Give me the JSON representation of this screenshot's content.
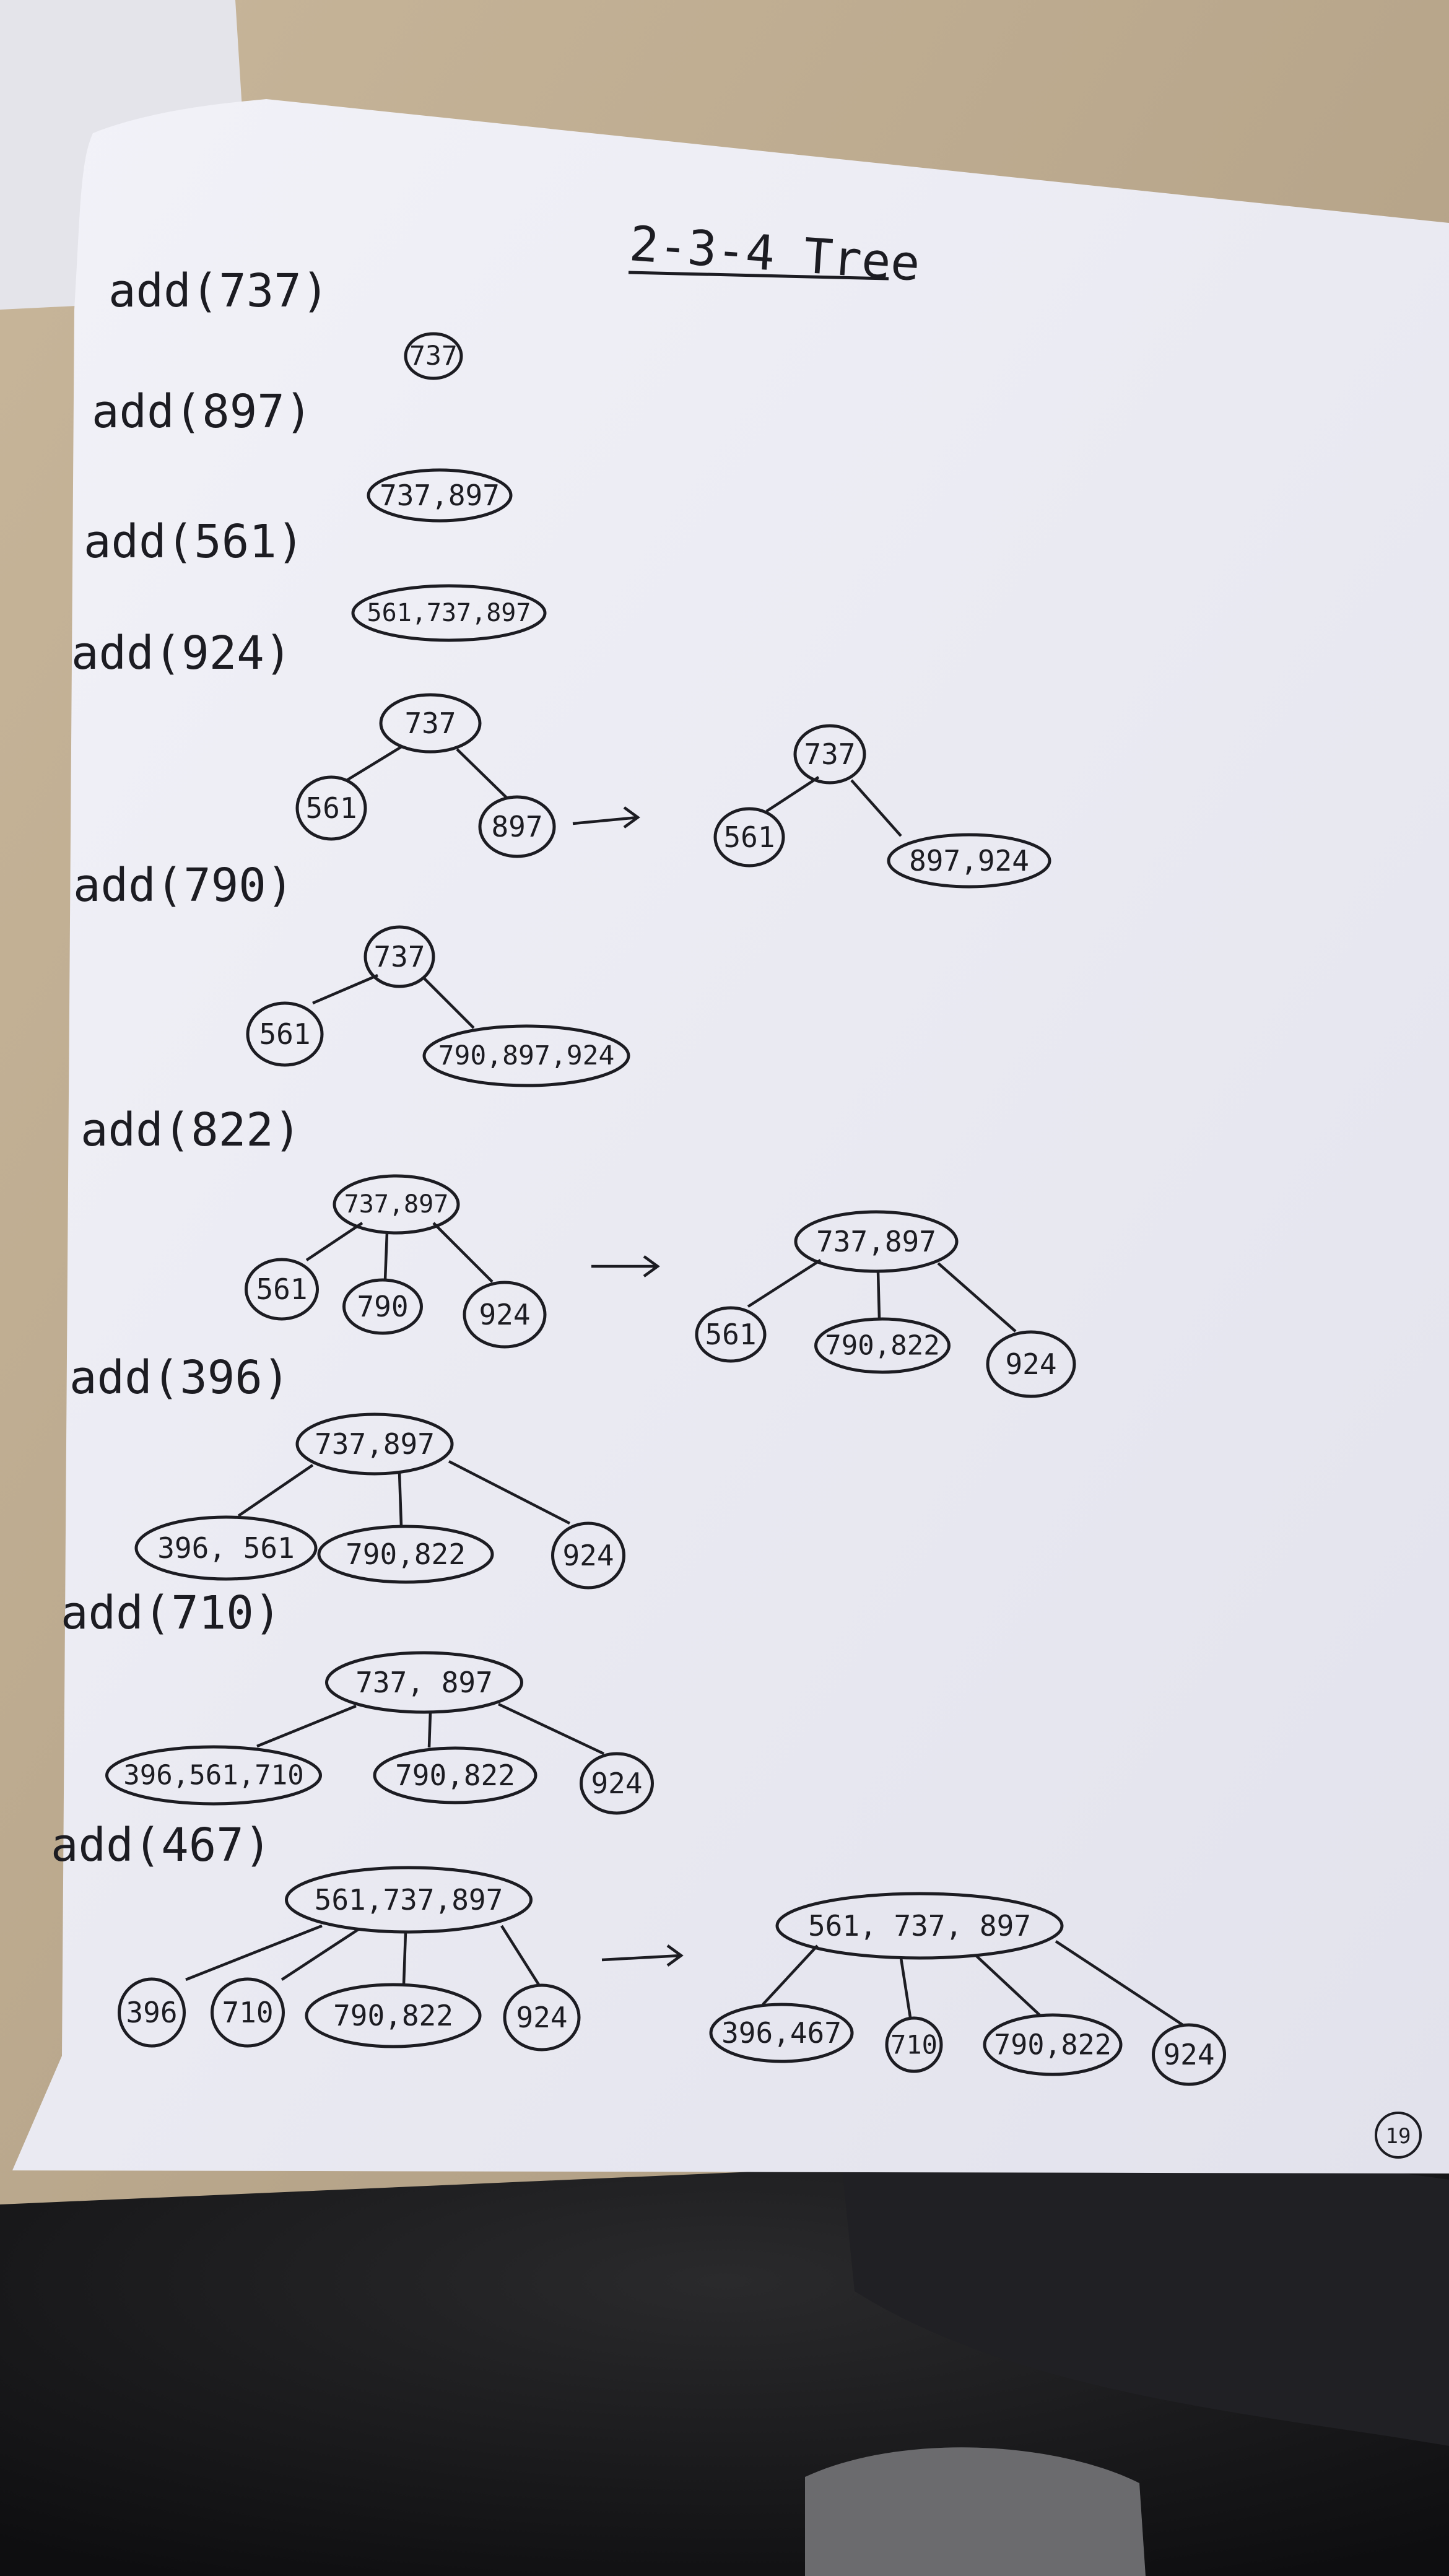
{
  "title": "2-3-4 Tree",
  "page_number": "19",
  "diagram": {
    "steps": [
      {
        "id": "s1",
        "label": "add(737)"
      },
      {
        "id": "s2",
        "label": "add(897)"
      },
      {
        "id": "s3",
        "label": "add(561)"
      },
      {
        "id": "s4",
        "label": "add(924)"
      },
      {
        "id": "s5",
        "label": "add(790)"
      },
      {
        "id": "s6",
        "label": "add(822)"
      },
      {
        "id": "s7",
        "label": "add(396)"
      },
      {
        "id": "s8",
        "label": "add(710)"
      },
      {
        "id": "s9",
        "label": "add(467)"
      }
    ],
    "nodes": [
      {
        "id": "a1",
        "label": "737"
      },
      {
        "id": "b1",
        "label": "737,897"
      },
      {
        "id": "c1",
        "label": "561,737,897"
      },
      {
        "id": "d1",
        "label": "737"
      },
      {
        "id": "d2",
        "label": "561"
      },
      {
        "id": "d3",
        "label": "897"
      },
      {
        "id": "d4",
        "label": "737"
      },
      {
        "id": "d5",
        "label": "561"
      },
      {
        "id": "d6",
        "label": "897,924"
      },
      {
        "id": "e1",
        "label": "737"
      },
      {
        "id": "e2",
        "label": "561"
      },
      {
        "id": "e3",
        "label": "790,897,924"
      },
      {
        "id": "f1",
        "label": "737,897"
      },
      {
        "id": "f2",
        "label": "561"
      },
      {
        "id": "f3",
        "label": "790"
      },
      {
        "id": "f4",
        "label": "924"
      },
      {
        "id": "f5",
        "label": "737,897"
      },
      {
        "id": "f6",
        "label": "561"
      },
      {
        "id": "f7",
        "label": "790,822"
      },
      {
        "id": "f8",
        "label": "924"
      },
      {
        "id": "g1",
        "label": "737,897"
      },
      {
        "id": "g2",
        "label": "396, 561"
      },
      {
        "id": "g3",
        "label": "790,822"
      },
      {
        "id": "g4",
        "label": "924"
      },
      {
        "id": "h1",
        "label": "737, 897"
      },
      {
        "id": "h2",
        "label": "396,561,710"
      },
      {
        "id": "h3",
        "label": "790,822"
      },
      {
        "id": "h4",
        "label": "924"
      },
      {
        "id": "i1",
        "label": "561,737,897"
      },
      {
        "id": "i2",
        "label": "396"
      },
      {
        "id": "i3",
        "label": "710"
      },
      {
        "id": "i4",
        "label": "790,822"
      },
      {
        "id": "i5",
        "label": "924"
      },
      {
        "id": "i6",
        "label": "561, 737, 897"
      },
      {
        "id": "i7",
        "label": "396,467"
      },
      {
        "id": "i8",
        "label": "710"
      },
      {
        "id": "i9",
        "label": "790,822"
      },
      {
        "id": "i10",
        "label": "924"
      }
    ],
    "edges": [
      {
        "from": "d1",
        "to": "d2"
      },
      {
        "from": "d1",
        "to": "d3"
      },
      {
        "from": "d4",
        "to": "d5"
      },
      {
        "from": "d4",
        "to": "d6"
      },
      {
        "from": "e1",
        "to": "e2"
      },
      {
        "from": "e1",
        "to": "e3"
      },
      {
        "from": "f1",
        "to": "f2"
      },
      {
        "from": "f1",
        "to": "f3"
      },
      {
        "from": "f1",
        "to": "f4"
      },
      {
        "from": "f5",
        "to": "f6"
      },
      {
        "from": "f5",
        "to": "f7"
      },
      {
        "from": "f5",
        "to": "f8"
      },
      {
        "from": "g1",
        "to": "g2"
      },
      {
        "from": "g1",
        "to": "g3"
      },
      {
        "from": "g1",
        "to": "g4"
      },
      {
        "from": "h1",
        "to": "h2"
      },
      {
        "from": "h1",
        "to": "h3"
      },
      {
        "from": "h1",
        "to": "h4"
      },
      {
        "from": "i1",
        "to": "i2"
      },
      {
        "from": "i1",
        "to": "i3"
      },
      {
        "from": "i1",
        "to": "i4"
      },
      {
        "from": "i1",
        "to": "i5"
      },
      {
        "from": "i6",
        "to": "i7"
      },
      {
        "from": "i6",
        "to": "i8"
      },
      {
        "from": "i6",
        "to": "i9"
      },
      {
        "from": "i6",
        "to": "i10"
      }
    ],
    "arrows": [
      {
        "id": "arr1",
        "from": "s4-left",
        "to": "s4-right"
      },
      {
        "id": "arr2",
        "from": "s6-left",
        "to": "s6-right"
      },
      {
        "id": "arr3",
        "from": "s9-left",
        "to": "s9-right"
      }
    ]
  },
  "colors": {
    "desk": "#b6a58c",
    "paper": "#eeeef6",
    "ink": "#1c1c22",
    "dark_cloth": "#1a1a1c"
  }
}
